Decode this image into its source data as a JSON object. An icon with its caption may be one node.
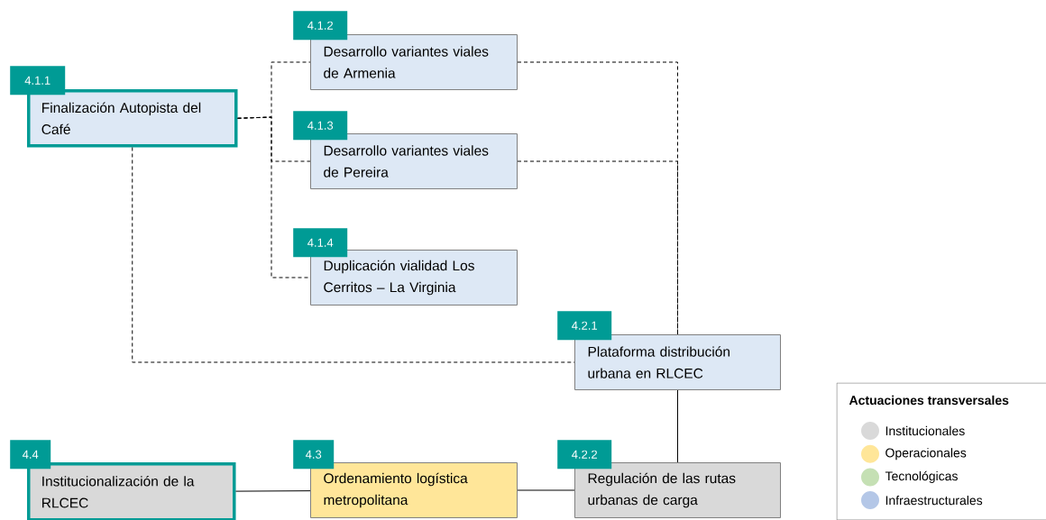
{
  "diagram": {
    "nodes": [
      {
        "text": [
          "4.1.1",
          "Finalización Autopista del Café"
        ]
      },
      {
        "text": [
          "4.1.2",
          "Desarrollo variantes viales de Armenia"
        ]
      },
      {
        "text": [
          "4.1.3",
          "Desarrollo variantes viales de Pereira"
        ]
      },
      {
        "text": [
          "4.1.4",
          "Duplicación vialidad Los Cerritos – La Virginia"
        ]
      },
      {
        "text": [
          "4.2.1",
          "Plataforma distribución urbana en RLCEC"
        ]
      },
      {
        "text": [
          "4.4",
          "Institucionalización de la RLCEC"
        ]
      },
      {
        "text": [
          "4.3",
          "Ordenamiento logística metropolitana"
        ]
      },
      {
        "text": [
          "4.2.2",
          "Regulación de las rutas urbanas de carga"
        ]
      }
    ],
    "edges": [
      {
        "from": 0,
        "to": 1,
        "arrow": "none",
        "style": "dashed"
      },
      {
        "from": 0,
        "to": 2,
        "arrow": "none",
        "style": "dashed"
      },
      {
        "from": 0,
        "to": 3,
        "arrow": "none",
        "style": "dashed"
      },
      {
        "from": 1,
        "to": 4,
        "arrow": "none",
        "style": "dashed"
      },
      {
        "from": 2,
        "to": 4,
        "arrow": "none",
        "style": "dashed"
      },
      {
        "from": 0,
        "to": 4,
        "arrow": "none",
        "style": "dashed"
      },
      {
        "from": 4,
        "to": 7,
        "arrow": "none"
      },
      {
        "from": 5,
        "to": 6,
        "arrow": "none"
      },
      {
        "from": 6,
        "to": 7,
        "arrow": "none"
      }
    ],
    "labels": [
      "Actuaciones transversales"
    ],
    "legend": [
      {
        "text": "Institucionales",
        "color": "#d9d9d9"
      },
      {
        "text": "Operacionales",
        "color": "#ffe699"
      },
      {
        "text": "Tecnológicas",
        "color": "#c5e0b4"
      },
      {
        "text": "Infraestructurales",
        "color": "#b4c7e7"
      }
    ]
  }
}
